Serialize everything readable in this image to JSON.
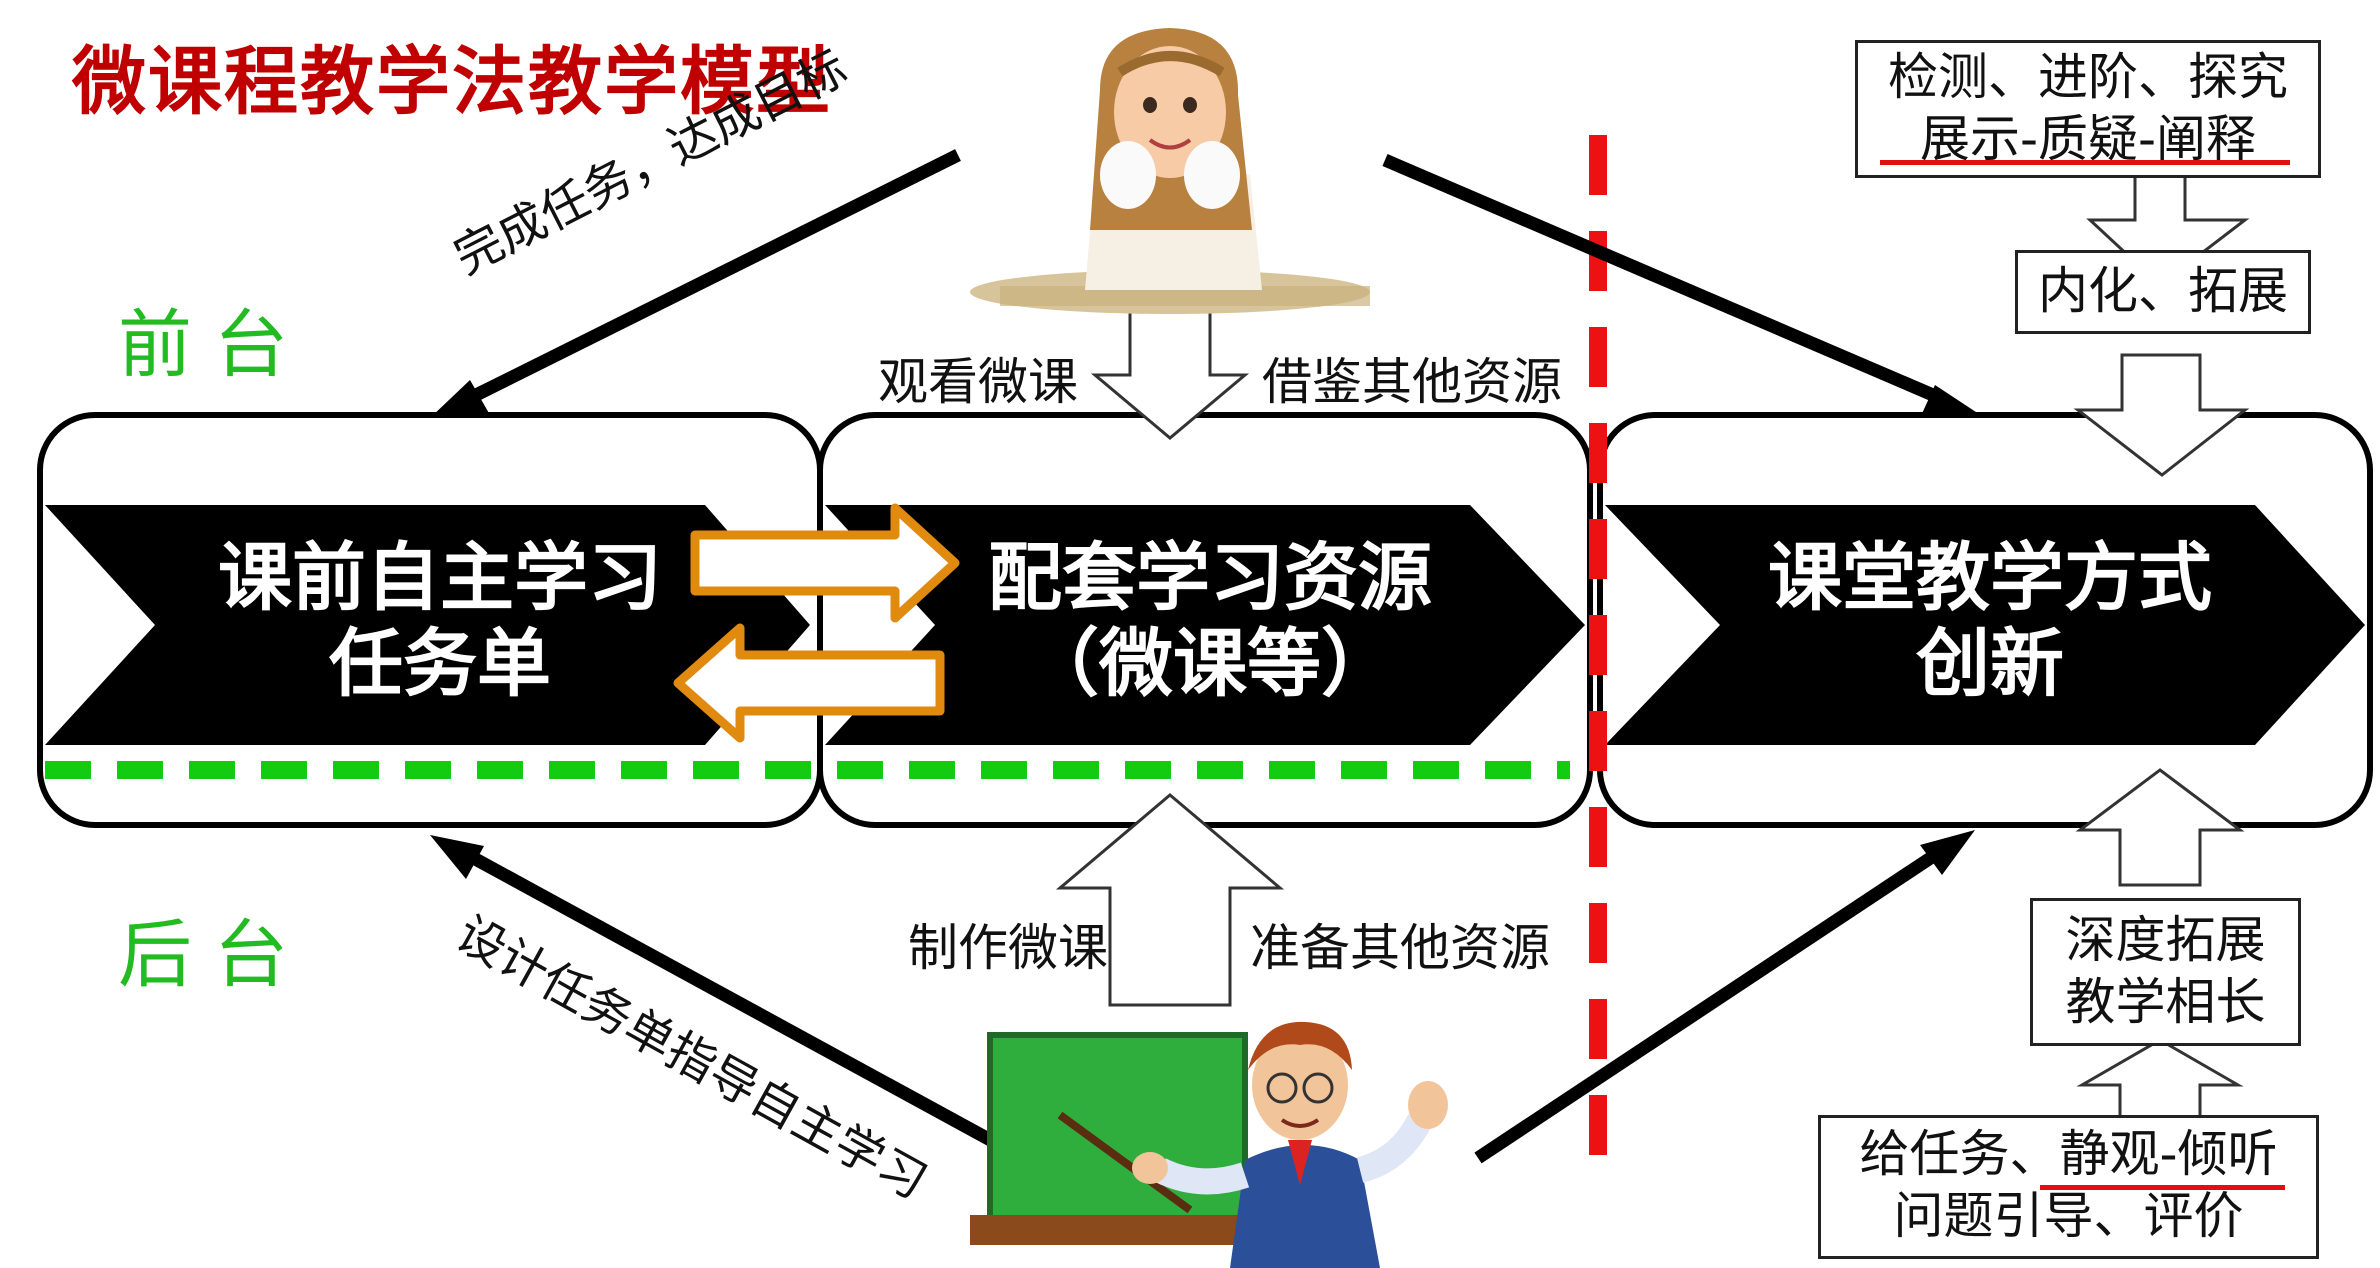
{
  "title": "微课程教学法教学模型",
  "front_label": "前台",
  "back_label": "后台",
  "stages": [
    {
      "line1": "课前自主学习",
      "line2": "任务单"
    },
    {
      "line1": "配套学习资源",
      "line2": "（微课等）"
    },
    {
      "line1": "课堂教学方式",
      "line2": "创新"
    }
  ],
  "arrows": {
    "complete_task": "完成任务，达成目标",
    "design_task": "设计任务单指导自主学习",
    "watch": "观看微课",
    "borrow": "借鉴其他资源",
    "make": "制作微课",
    "prepare": "准备其他资源"
  },
  "right_boxes": {
    "top_line1": "检测、进阶、探究",
    "top_line2": "展示-质疑-阐释",
    "internalize": "内化、拓展",
    "deep_line1": "深度拓展",
    "deep_line2": "教学相长",
    "bottom_line1": "给任务、静观-倾听",
    "bottom_line2": "问题引导、评价"
  },
  "colors": {
    "title": "#c00000",
    "green_dash": "#11cc11",
    "red_dash": "#ee1111",
    "orange_arrow": "#e08a10",
    "chalkboard": "#2fae3e"
  }
}
